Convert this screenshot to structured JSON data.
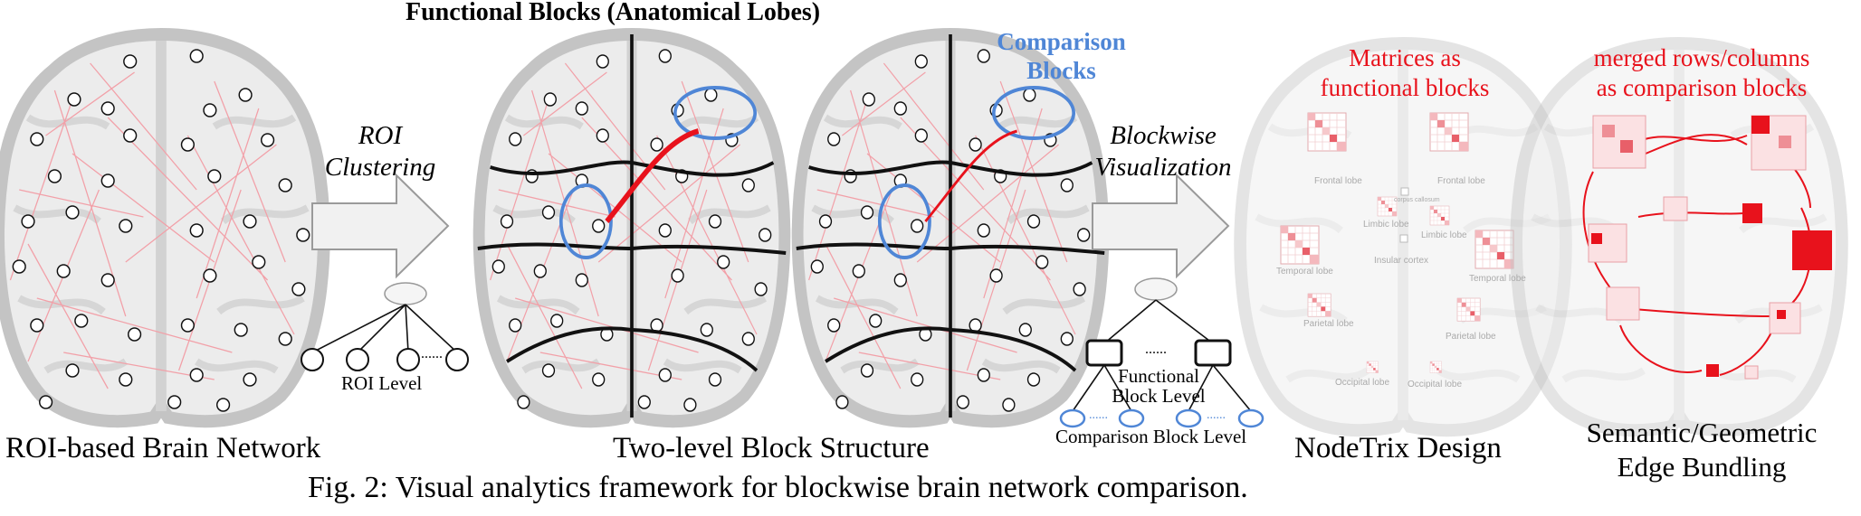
{
  "title": "Functional Blocks (Anatomical Lobes)",
  "labels": {
    "roi_network": "ROI-based Brain Network",
    "roi_clustering_1": "ROI",
    "roi_clustering_2": "Clustering",
    "roi_level": "ROI Level",
    "two_level": "Two-level Block Structure",
    "comparison_blocks_1": "Comparison",
    "comparison_blocks_2": "Blocks",
    "blockwise_1": "Blockwise",
    "blockwise_2": "Visualization",
    "functional_block_level_1": "Functional",
    "functional_block_level_2": "Block Level",
    "comparison_block_level": "Comparison Block Level",
    "ellipsis": "......",
    "matrices_1": "Matrices as",
    "matrices_2": "functional blocks",
    "nodetrix": "NodeTrix Design",
    "merged_1": "merged rows/columns",
    "merged_2": "as comparison blocks",
    "edge_bundling_1": "Semantic/Geometric",
    "edge_bundling_2": "Edge Bundling",
    "caption": "Fig. 2: Visual analytics framework for blockwise brain network comparison."
  },
  "lobe_labels": {
    "frontal_left": "Frontal lobe",
    "frontal_right": "Frontal lobe",
    "corpus": "corpus callosum",
    "limbic_left": "Limbic lobe",
    "limbic_right": "Limbic lobe",
    "temporal_left": "Temporal lobe",
    "temporal_right": "Temporal lobe",
    "insular": "Insular cortex",
    "parietal_left": "Parietal lobe",
    "parietal_right": "Parietal lobe",
    "occipital_left": "Occipital lobe",
    "occipital_right": "Occipital lobe"
  },
  "colors": {
    "accent_red": "#e8121c",
    "accent_blue": "#4f86d6",
    "brain_outline": "#c8c8c8",
    "edge_pink": "#f2a0a8"
  }
}
